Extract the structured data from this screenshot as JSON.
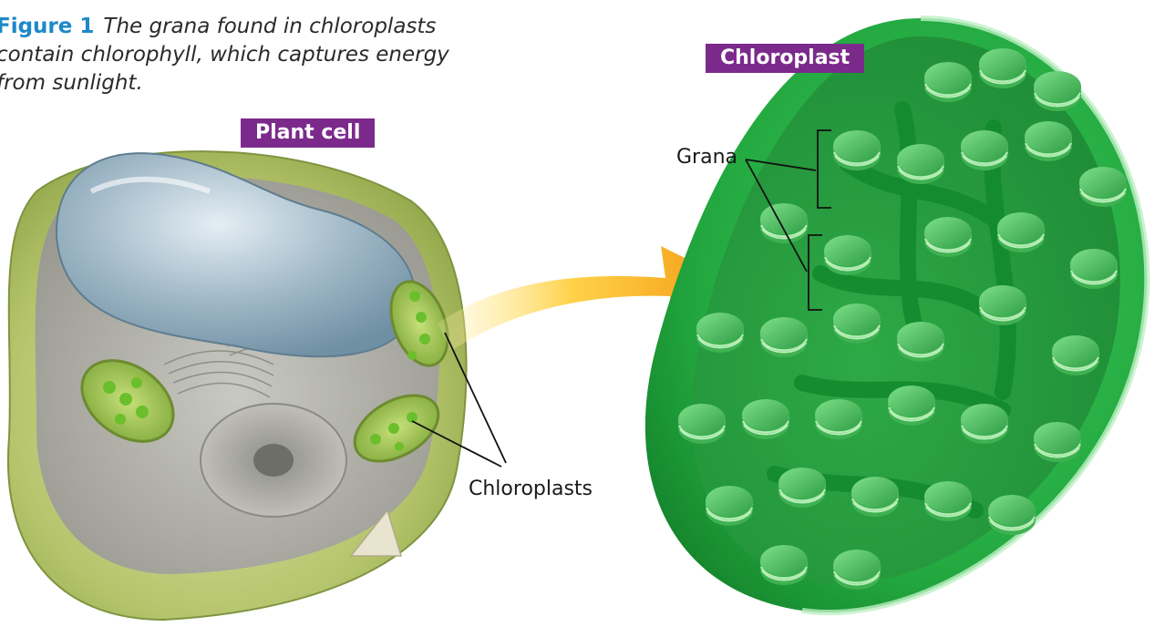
{
  "caption": {
    "figure_label": "Figure 1",
    "text": "The grana found in chloroplasts contain chlorophyll, which captures energy from sunlight."
  },
  "labels": {
    "plant_cell": "Plant cell",
    "chloroplast": "Chloroplast",
    "grana": "Grana",
    "chloroplasts": "Chloroplasts"
  },
  "colors": {
    "figure_label": "#1e88c8",
    "tag_background": "#7b2a8c",
    "arrow": "#f5a81c",
    "chloroplast_green": "#2fb84a"
  }
}
